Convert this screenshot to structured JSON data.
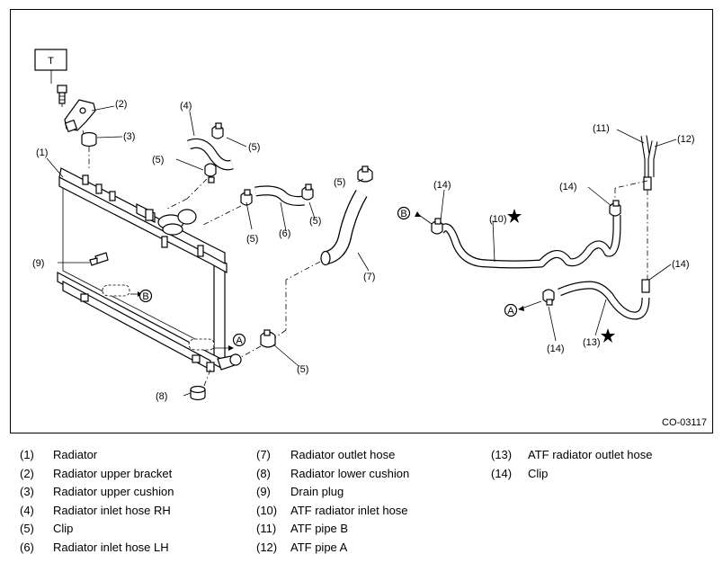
{
  "figure": {
    "id": "CO-03117",
    "torque_marker": "T",
    "connection_labels": {
      "a": "A",
      "b": "B"
    }
  },
  "callouts": [
    {
      "key": "c1",
      "text": "(1)"
    },
    {
      "key": "c2",
      "text": "(2)"
    },
    {
      "key": "c3",
      "text": "(3)"
    },
    {
      "key": "c4",
      "text": "(4)"
    },
    {
      "key": "c5a",
      "text": "(5)"
    },
    {
      "key": "c5b",
      "text": "(5)"
    },
    {
      "key": "c5c",
      "text": "(5)"
    },
    {
      "key": "c5d",
      "text": "(5)"
    },
    {
      "key": "c5e",
      "text": "(5)"
    },
    {
      "key": "c5f",
      "text": "(5)"
    },
    {
      "key": "c6",
      "text": "(6)"
    },
    {
      "key": "c7",
      "text": "(7)"
    },
    {
      "key": "c8",
      "text": "(8)"
    },
    {
      "key": "c9",
      "text": "(9)"
    },
    {
      "key": "c10",
      "text": "(10)"
    },
    {
      "key": "c11",
      "text": "(11)"
    },
    {
      "key": "c12",
      "text": "(12)"
    },
    {
      "key": "c13",
      "text": "(13)"
    },
    {
      "key": "c14a",
      "text": "(14)"
    },
    {
      "key": "c14b",
      "text": "(14)"
    },
    {
      "key": "c14c",
      "text": "(14)"
    },
    {
      "key": "c14d",
      "text": "(14)"
    }
  ],
  "legend": [
    [
      {
        "num": "(1)",
        "name": "Radiator"
      },
      {
        "num": "(2)",
        "name": "Radiator upper bracket"
      },
      {
        "num": "(3)",
        "name": "Radiator upper cushion"
      },
      {
        "num": "(4)",
        "name": "Radiator inlet hose RH"
      },
      {
        "num": "(5)",
        "name": "Clip"
      },
      {
        "num": "(6)",
        "name": "Radiator inlet hose LH"
      }
    ],
    [
      {
        "num": "(7)",
        "name": "Radiator outlet hose"
      },
      {
        "num": "(8)",
        "name": "Radiator lower cushion"
      },
      {
        "num": "(9)",
        "name": "Drain plug"
      },
      {
        "num": "(10)",
        "name": "ATF radiator inlet hose"
      },
      {
        "num": "(11)",
        "name": "ATF pipe B"
      },
      {
        "num": "(12)",
        "name": "ATF pipe A"
      }
    ],
    [
      {
        "num": "(13)",
        "name": "ATF radiator outlet hose"
      },
      {
        "num": "(14)",
        "name": "Clip"
      }
    ]
  ]
}
